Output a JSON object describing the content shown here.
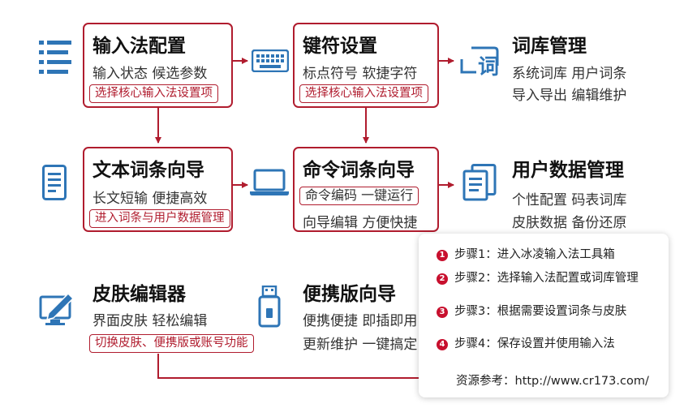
{
  "nodes": {
    "ime_config": {
      "title": "输入法配置",
      "line1": "输入状态 候选参数",
      "tag": "选择核心输入法设置项"
    },
    "key_symbol": {
      "title": "键符设置",
      "line1": "标点符号 软捷字符",
      "tag": "选择核心输入法设置项"
    },
    "lexicon": {
      "title": "词库管理",
      "line1": "系统词库 用户词条",
      "line2": "导入导出 编辑维护"
    },
    "text_wizard": {
      "title": "文本词条向导",
      "line1": "长文短输 便捷高效",
      "tag": "进入词条与用户数据管理"
    },
    "command_wizard": {
      "title": "命令词条向导",
      "tag": "命令编码 一键运行",
      "line2": "向导编辑 方便快捷"
    },
    "user_data": {
      "title": "用户数据管理",
      "line1": "个性配置 码表词库",
      "line2": "皮肤数据 备份还原"
    },
    "skin_editor": {
      "title": "皮肤编辑器",
      "line1": "界面皮肤 轻松编辑",
      "tag": "切换皮肤、便携版或账号功能"
    },
    "portable": {
      "title": "便携版向导",
      "line1": "便携便捷 即插即用",
      "line2": "更新维护 一键搞定"
    }
  },
  "icons": {
    "ime_config": "list-icon",
    "key_symbol": "keyboard-icon",
    "lexicon": "dictionary-icon",
    "text_wizard": "document-icon",
    "command_wizard": "laptop-icon",
    "user_data": "files-icon",
    "skin_editor": "pen-monitor-icon",
    "portable": "usb-drive-icon"
  },
  "steps_panel": {
    "steps": [
      {
        "num": "1",
        "text": "步骤1：进入冰凌输入法工具箱"
      },
      {
        "num": "2",
        "text": "步骤2：选择输入法配置或词库管理"
      },
      {
        "num": "3",
        "text": "步骤3：根据需要设置词条与皮肤"
      },
      {
        "num": "4",
        "text": "步骤4：保存设置并使用输入法"
      }
    ],
    "resource": "资源参考：http://www.cr173.com/"
  },
  "colors": {
    "accent_red": "#b01c2e",
    "icon_blue": "#2e75b6",
    "badge_red": "#c8102e"
  }
}
